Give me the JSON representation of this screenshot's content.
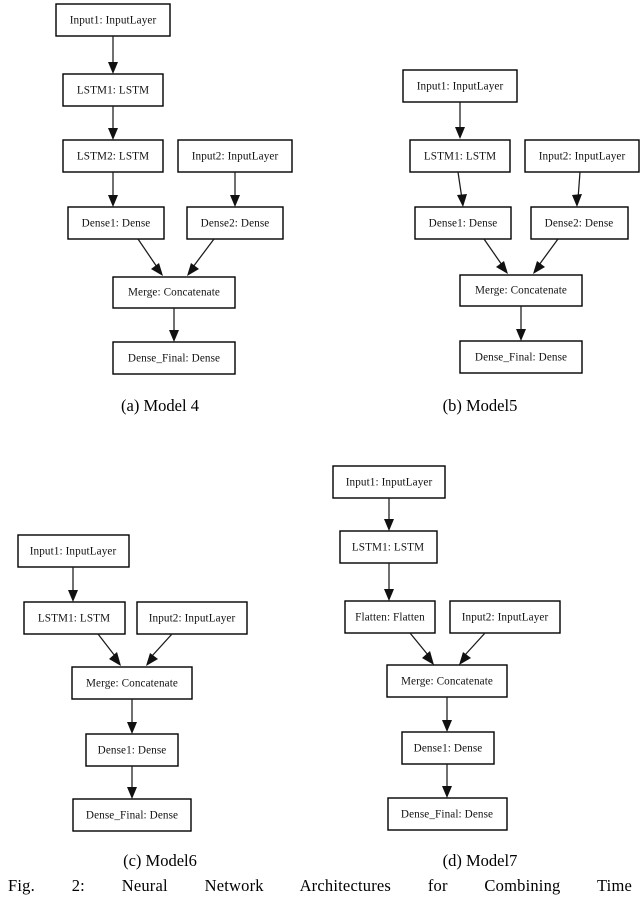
{
  "figure": {
    "caption": "Fig. 2: Neural Network Architectures for Combining Time",
    "panels": [
      {
        "id": "model4",
        "subcaption": "(a) Model 4",
        "nodes": [
          {
            "key": "input1",
            "label": "Input1: InputLayer"
          },
          {
            "key": "lstm1",
            "label": "LSTM1: LSTM"
          },
          {
            "key": "lstm2",
            "label": "LSTM2: LSTM"
          },
          {
            "key": "input2",
            "label": "Input2: InputLayer"
          },
          {
            "key": "dense1",
            "label": "Dense1: Dense"
          },
          {
            "key": "dense2",
            "label": "Dense2: Dense"
          },
          {
            "key": "merge",
            "label": "Merge: Concatenate"
          },
          {
            "key": "dense_final",
            "label": "Dense_Final: Dense"
          }
        ],
        "edges": [
          {
            "from": "input1",
            "to": "lstm1"
          },
          {
            "from": "lstm1",
            "to": "lstm2"
          },
          {
            "from": "lstm2",
            "to": "dense1"
          },
          {
            "from": "input2",
            "to": "dense2"
          },
          {
            "from": "dense1",
            "to": "merge"
          },
          {
            "from": "dense2",
            "to": "merge"
          },
          {
            "from": "merge",
            "to": "dense_final"
          }
        ]
      },
      {
        "id": "model5",
        "subcaption": "(b) Model5",
        "nodes": [
          {
            "key": "input1",
            "label": "Input1: InputLayer"
          },
          {
            "key": "lstm1",
            "label": "LSTM1: LSTM"
          },
          {
            "key": "input2",
            "label": "Input2: InputLayer"
          },
          {
            "key": "dense1",
            "label": "Dense1: Dense"
          },
          {
            "key": "dense2",
            "label": "Dense2: Dense"
          },
          {
            "key": "merge",
            "label": "Merge: Concatenate"
          },
          {
            "key": "dense_final",
            "label": "Dense_Final: Dense"
          }
        ],
        "edges": [
          {
            "from": "input1",
            "to": "lstm1"
          },
          {
            "from": "lstm1",
            "to": "dense1"
          },
          {
            "from": "input2",
            "to": "dense2"
          },
          {
            "from": "dense1",
            "to": "merge"
          },
          {
            "from": "dense2",
            "to": "merge"
          },
          {
            "from": "merge",
            "to": "dense_final"
          }
        ]
      },
      {
        "id": "model6",
        "subcaption": "(c) Model6",
        "nodes": [
          {
            "key": "input1",
            "label": "Input1: InputLayer"
          },
          {
            "key": "lstm1",
            "label": "LSTM1: LSTM"
          },
          {
            "key": "input2",
            "label": "Input2: InputLayer"
          },
          {
            "key": "merge",
            "label": "Merge: Concatenate"
          },
          {
            "key": "dense1",
            "label": "Dense1: Dense"
          },
          {
            "key": "dense_final",
            "label": "Dense_Final: Dense"
          }
        ],
        "edges": [
          {
            "from": "input1",
            "to": "lstm1"
          },
          {
            "from": "lstm1",
            "to": "merge"
          },
          {
            "from": "input2",
            "to": "merge"
          },
          {
            "from": "merge",
            "to": "dense1"
          },
          {
            "from": "dense1",
            "to": "dense_final"
          }
        ]
      },
      {
        "id": "model7",
        "subcaption": "(d) Model7",
        "nodes": [
          {
            "key": "input1",
            "label": "Input1: InputLayer"
          },
          {
            "key": "lstm1",
            "label": "LSTM1: LSTM"
          },
          {
            "key": "flatten",
            "label": "Flatten: Flatten"
          },
          {
            "key": "input2",
            "label": "Input2: InputLayer"
          },
          {
            "key": "merge",
            "label": "Merge: Concatenate"
          },
          {
            "key": "dense1",
            "label": "Dense1: Dense"
          },
          {
            "key": "dense_final",
            "label": "Dense_Final: Dense"
          }
        ],
        "edges": [
          {
            "from": "input1",
            "to": "lstm1"
          },
          {
            "from": "lstm1",
            "to": "flatten"
          },
          {
            "from": "flatten",
            "to": "merge"
          },
          {
            "from": "input2",
            "to": "merge"
          },
          {
            "from": "merge",
            "to": "dense1"
          },
          {
            "from": "dense1",
            "to": "dense_final"
          }
        ]
      }
    ]
  }
}
